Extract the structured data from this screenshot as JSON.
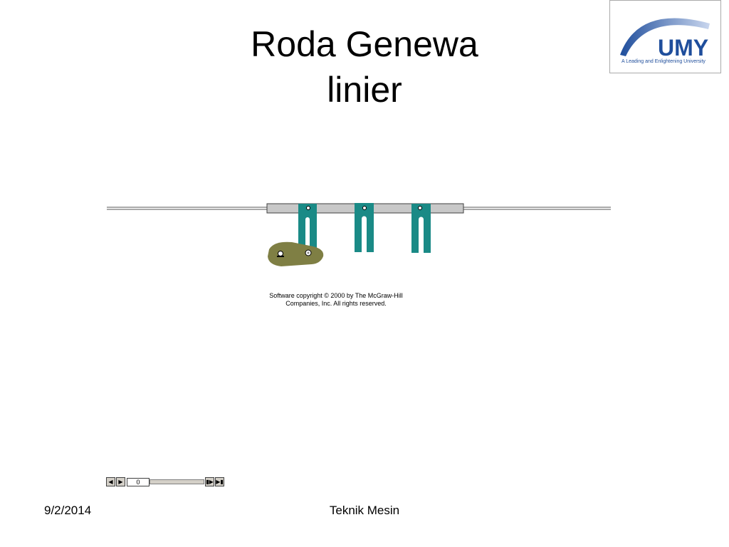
{
  "slide": {
    "title_line1": "Roda Genewa",
    "title_line2": "linier"
  },
  "logo": {
    "name": "UMY",
    "tagline": "A Leading and Enlightening University"
  },
  "animation": {
    "copyright_line1": "Software copyright © 2000 by The McGraw-Hill",
    "copyright_line2": "Companies, Inc.  All rights reserved.",
    "colors": {
      "slot_teal": "#1a8a86",
      "bar_gray": "#c8c8c8",
      "crank_olive": "#7f7f44"
    }
  },
  "player": {
    "frame_counter": "0",
    "back_icon": "step-back-icon",
    "play_icon": "play-icon",
    "forward_icon": "step-forward-icon",
    "end_icon": "skip-end-icon"
  },
  "footer": {
    "date": "9/2/2014",
    "center_text": "Teknik Mesin"
  }
}
